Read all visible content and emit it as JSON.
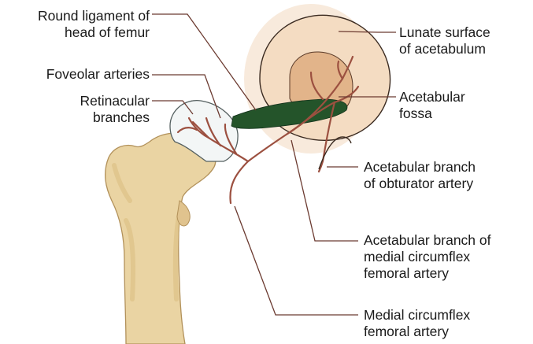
{
  "labels": {
    "round_ligament": [
      "Round ligament of",
      "head of femur"
    ],
    "foveolar": [
      "Foveolar arteries"
    ],
    "retinacular": [
      "Retinacular",
      "branches"
    ],
    "lunate": [
      "Lunate surface",
      "of acetabulum"
    ],
    "acetabular_fossa": [
      "Acetabular",
      "fossa"
    ],
    "obturator_branch": [
      "Acetabular branch",
      "of obturator artery"
    ],
    "medial_circumflex_branch": [
      "Acetabular branch of",
      "medial circumflex",
      "femoral artery"
    ],
    "medial_circumflex": [
      "Medial circumflex",
      "femoral artery"
    ]
  },
  "colors": {
    "bone": "#ead4a3",
    "bone_shadow": "#d9bb80",
    "cartilage": "#f6e1cc",
    "fossa_inner": "#e4b98d",
    "ligament": "#24542a",
    "artery": "#9c5040",
    "leader": "#6b3a30",
    "head": "#f3f6f6"
  }
}
